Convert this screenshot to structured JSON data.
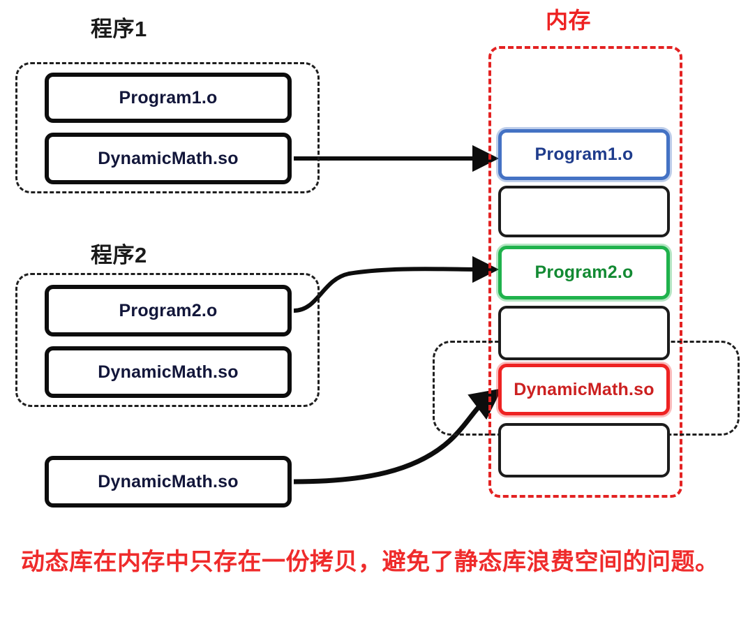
{
  "titles": {
    "program1": "程序1",
    "program2": "程序2",
    "memory": "内存"
  },
  "program1": {
    "modules": [
      {
        "label": "Program1.o"
      },
      {
        "label": "DynamicMath.so"
      }
    ]
  },
  "program2": {
    "modules": [
      {
        "label": "Program2.o"
      },
      {
        "label": "DynamicMath.so"
      }
    ]
  },
  "standalone_library": {
    "label": "DynamicMath.so"
  },
  "memory": {
    "border_color": "#e32222",
    "slots": [
      {
        "label": "Program1.o",
        "color": "#4472c4",
        "kind": "loaded"
      },
      {
        "label": "",
        "color": "#1c1c1c",
        "kind": "empty"
      },
      {
        "label": "Program2.o",
        "color": "#1fb24c",
        "kind": "loaded"
      },
      {
        "label": "",
        "color": "#1c1c1c",
        "kind": "empty"
      },
      {
        "label": "DynamicMath.so",
        "color": "#ee2222",
        "kind": "loaded"
      },
      {
        "label": "",
        "color": "#1c1c1c",
        "kind": "empty"
      }
    ]
  },
  "arrows": [
    {
      "name": "program1-lib-to-memory",
      "from": "program1.DynamicMath.so",
      "to": "memory.Program1.o"
    },
    {
      "name": "program2-obj-to-memory",
      "from": "program2.Program2.o",
      "to": "memory.Program2.o"
    },
    {
      "name": "shared-lib-to-memory",
      "from": "standalone.DynamicMath.so",
      "to": "memory.DynamicMath.so"
    }
  ],
  "caption": "动态库在内存中只存在一份拷贝，避免了静态库浪费空间的问题。"
}
